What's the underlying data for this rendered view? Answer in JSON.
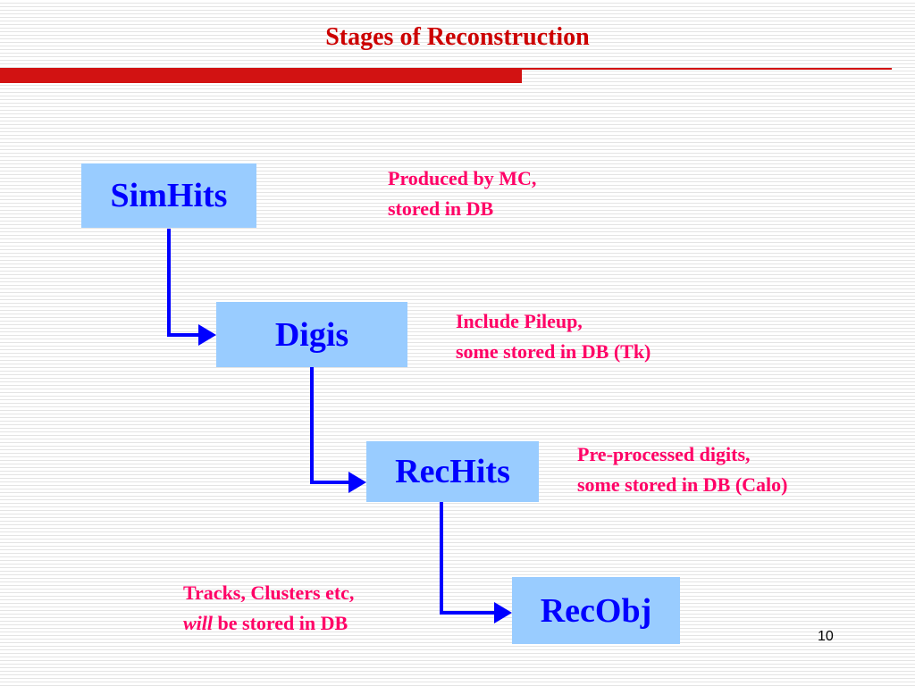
{
  "slide": {
    "title": "Stages of Reconstruction",
    "page_number": "10"
  },
  "stages": [
    {
      "label": "SimHits",
      "note_line1": "Produced by MC,",
      "note_line2": "stored in DB"
    },
    {
      "label": "Digis",
      "note_line1": "Include Pileup,",
      "note_line2": "some stored in DB (Tk)"
    },
    {
      "label": "RecHits",
      "note_line1": "Pre-processed digits,",
      "note_line2": "some stored in DB (Calo)"
    },
    {
      "label": "RecObj",
      "note_line1": "Tracks, Clusters etc,",
      "note_line2_italic": "will",
      "note_line2_rest": " be stored in DB"
    }
  ],
  "colors": {
    "title": "#cc0000",
    "accent_rule": "#d21212",
    "box_fill": "#99ccff",
    "box_text": "#0000ff",
    "note_text": "#ff0066",
    "connector": "#0000ff"
  }
}
